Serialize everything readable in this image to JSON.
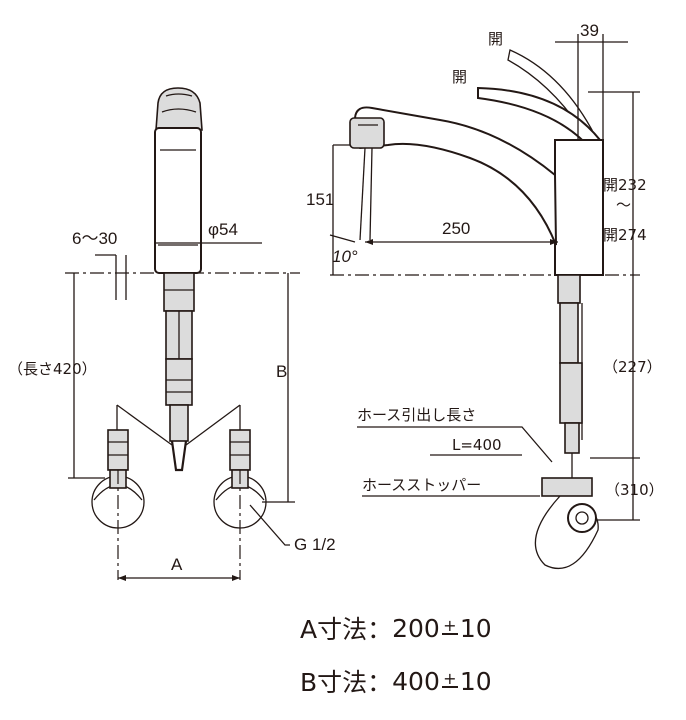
{
  "front_view": {
    "dim_hole_range": "6～30",
    "dim_diameter": "φ54",
    "dim_hose_length": "（長さ420）",
    "dim_b": "B",
    "dim_a": "A",
    "dim_thread": "G 1/2"
  },
  "side_view": {
    "label_open_top": "開",
    "label_open_mid": "開",
    "dim_39": "39",
    "dim_open_232": "開232",
    "dim_tilde": "～",
    "dim_open_274": "開274",
    "dim_151": "151",
    "dim_250": "250",
    "dim_angle": "10°",
    "dim_227": "（227）",
    "dim_310": "（310）",
    "label_hose_pull_length": "ホース引出し長さ",
    "label_hose_l": "L=400",
    "label_hose_stopper": "ホースストッパー"
  },
  "specs": {
    "a_label": "A寸法：",
    "a_value": "200",
    "a_plus": "+",
    "a_tol": "10",
    "b_label": "B寸法：",
    "b_value": "400",
    "b_plus": "+",
    "b_tol": "10"
  }
}
